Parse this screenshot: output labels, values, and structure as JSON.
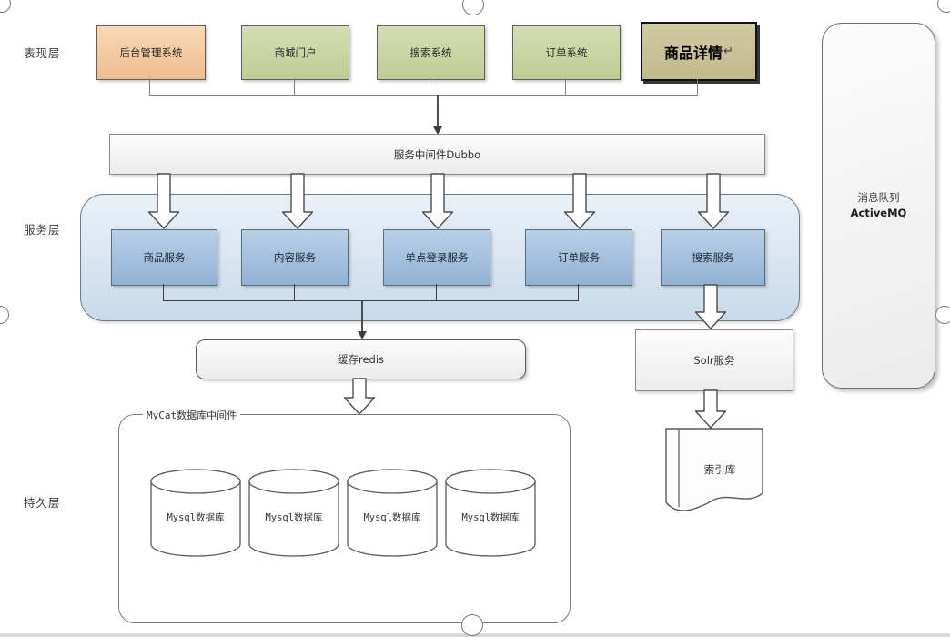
{
  "layer_labels": {
    "presentation": "表现层",
    "service": "服务层",
    "persistence": "持久层"
  },
  "presentation_boxes": [
    {
      "label": "后台管理系统",
      "color": "#f4c89e"
    },
    {
      "label": "商城门户",
      "color": "#cbd5a5"
    },
    {
      "label": "搜索系统",
      "color": "#cbd5a5"
    },
    {
      "label": "订单系统",
      "color": "#cbd5a5"
    },
    {
      "label": "商品详情",
      "return_mark": "↵",
      "color": "#c9c197"
    }
  ],
  "dubbo_bar": {
    "label": "服务中间件Dubbo"
  },
  "service_layer_boxes": [
    {
      "label": "商品服务"
    },
    {
      "label": "内容服务"
    },
    {
      "label": "单点登录服务"
    },
    {
      "label": "订单服务"
    },
    {
      "label": "搜索服务"
    }
  ],
  "cache_box": {
    "label": "缓存redis"
  },
  "mycat_group": {
    "label": "MyCat数据库中间件",
    "databases": [
      {
        "label": "Mysql数据库"
      },
      {
        "label": "Mysql数据库"
      },
      {
        "label": "Mysql数据库"
      },
      {
        "label": "Mysql数据库"
      }
    ]
  },
  "solr_box": {
    "label": "Solr服务"
  },
  "index_doc": {
    "label": "索引库"
  },
  "mq_box": {
    "line1": "消息队列",
    "line2": "ActiveMQ"
  },
  "colors": {
    "presentation_orange": "#f4c89e",
    "presentation_green": "#cbd5a5",
    "highlight_olive": "#c9c197",
    "service_box_blue": "#a5c1dd",
    "service_container_blue": "#d9e6f2",
    "node_gray": "#f3f3f3",
    "line_gray": "#7f7f7f",
    "line_dark": "#3d3d3d"
  }
}
